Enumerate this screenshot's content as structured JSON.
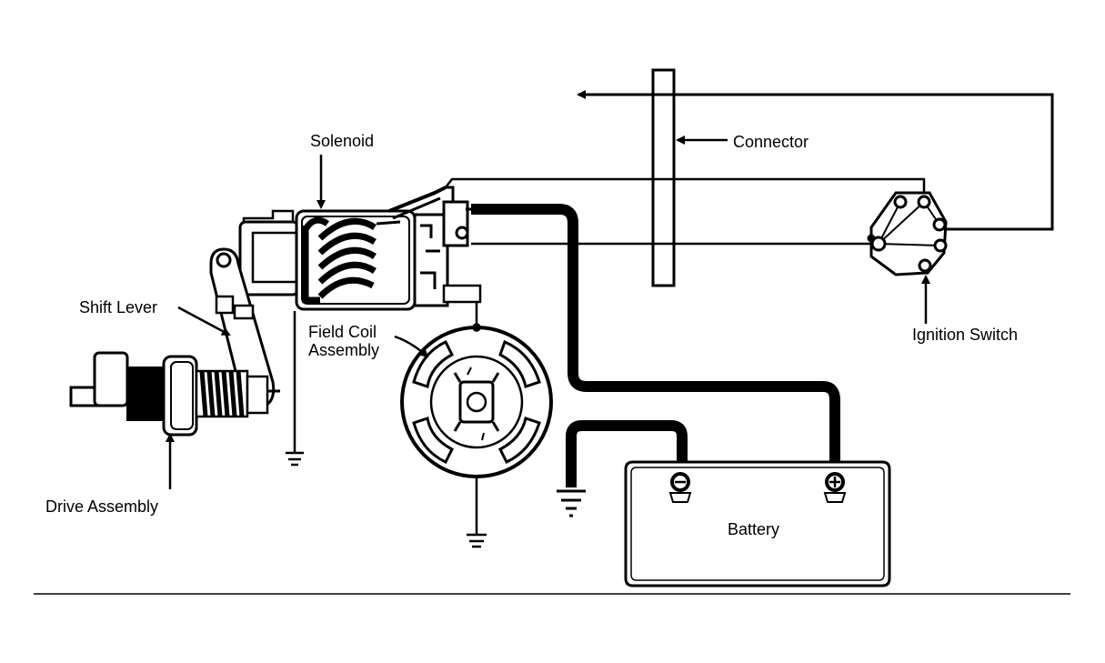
{
  "labels": {
    "solenoid": "Solenoid",
    "connector": "Connector",
    "shift_lever": "Shift Lever",
    "field_coil_line1": "Field Coil",
    "field_coil_line2": "Assembly",
    "ignition_switch": "Ignition Switch",
    "drive_assembly": "Drive Assembly",
    "battery": "Battery"
  },
  "colors": {
    "ink": "#000000",
    "background": "#ffffff"
  }
}
